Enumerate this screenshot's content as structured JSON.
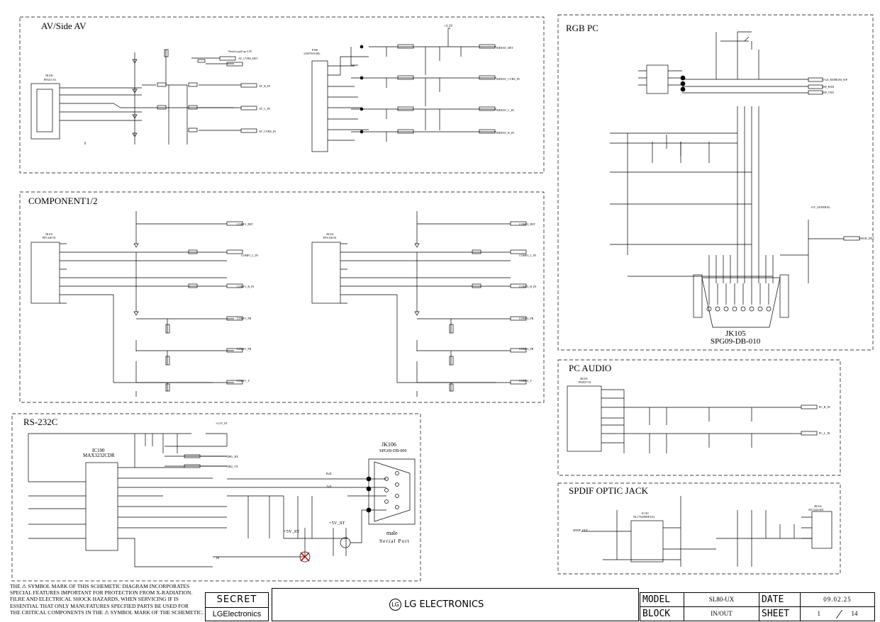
{
  "sections": {
    "av": "AV/Side AV",
    "component": "COMPONENT1/2",
    "rgb": "RGB PC",
    "rs232": "RS-232C",
    "pcaudio": "PC AUDIO",
    "spdif": "SPDIF OPTIC JACK"
  },
  "connectors": {
    "jk105_ref": "JK105",
    "jk105_part": "SPG09-DB-010",
    "jk106_ref": "JK106",
    "jk106_part": "SPG09-DB-009",
    "jk106_gender": "male",
    "jk106_desc": "Serial Port",
    "ic100_ref": "IC100",
    "ic100_part": "MAX3232CDR",
    "jk100_ref": "JK100",
    "jk100_part": "PPJ211-01",
    "jk101_ref": "JK101",
    "jk101_part": "PPJ-230-01",
    "jk102_ref": "JK102",
    "jk102_part": "PPJ-230-01",
    "jk103_ref": "JK103",
    "jk103_part": "PEJ027-01",
    "jk104_ref": "JK104",
    "jk104_part": "JST1223-001",
    "p100_ref": "P100",
    "p100_part": "12507WS-08L",
    "ic101_ref": "IC101",
    "ic101_part": "NL17SZ08DFT2G"
  },
  "rails": {
    "v33": "+3.3V",
    "v5st": "+5V_ST",
    "v33st": "+3.3V_ST",
    "v5general": "+5V_GENERAL"
  },
  "nets": {
    "av_cvbs_det": "AV_CVBS_DET",
    "av_r_in": "AV_R_IN",
    "av_l_in": "AV_L_IN",
    "av_cvbs_in": "AV_CVBS_IN",
    "sideav_det": "SIDEAV_DET",
    "sideav_cvbs_in": "SIDEAV_CVBS_IN",
    "sideav_l_in": "SIDEAV_L_IN",
    "sideav_r_in": "SIDEAV_R_IN",
    "comp1_det": "COMP1_DET",
    "comp1_l_in": "COMP1_L_IN",
    "comp1_r_in": "COMP1_R_IN",
    "comp1_pr": "COMP1_PR",
    "comp1_pb": "COMP1_PB",
    "comp1_y": "COMP1_Y",
    "comp2_det": "COMP2_DET",
    "comp2_l_in": "COMP2_L_IN",
    "comp2_r_in": "COMP2_R_IN",
    "comp2_pr": "COMP2_PR",
    "comp2_pb": "COMP2_PB",
    "comp2_y": "COMP2_Y",
    "vga_eeprom_wp": "VGA_EEPROM_WP",
    "isp_rxd": "ISP_RXD",
    "isp_txd": "ISP_TXD",
    "dsub_det": "DSUB_DET",
    "pc_r_in": "PC_R_IN",
    "pc_l_in": "PC_L_IN",
    "dbg_rx": "DBG_RX",
    "dbg_tx": "DBG_TX",
    "spdif_out": "SPDIF_OUT",
    "rxd": "RxD",
    "txd": "TxD",
    "ir": "IR"
  },
  "notes": {
    "need_pull_up": "Need to pull up 3.3V"
  },
  "warning": [
    "THE ⚠ SYMBOL MARK OF THIS SCHEMETIC DIAGRAM INCORPORATES",
    "SPECIAL FEATURES IMPORTANT FOR PROTECTION FROM X-RADIATION.",
    "FILRE AND ELECTRICAL SHOCK HAZARDS, WHEN SERVICING IF IS",
    "ESSENTIAL THAT ONLY MANUFATURES SPECFIED PARTS BE USED FOR",
    "THE CRITICAL COMPONENTS IN THE ⚠ SYMBOL MARK OF THE SCHEMETIC."
  ],
  "secret": {
    "label": "SECRET",
    "company": "LGElectronics"
  },
  "logo": {
    "mark": "LG",
    "text": "LG ELECTRONICS"
  },
  "title_block": {
    "model_label": "MODEL",
    "model": "SL80-UX",
    "date_label": "DATE",
    "date": "09.02.25",
    "block_label": "BLOCK",
    "block": "IN/OUT",
    "sheet_label": "SHEET",
    "sheet": "1",
    "sheet_total": "14"
  }
}
